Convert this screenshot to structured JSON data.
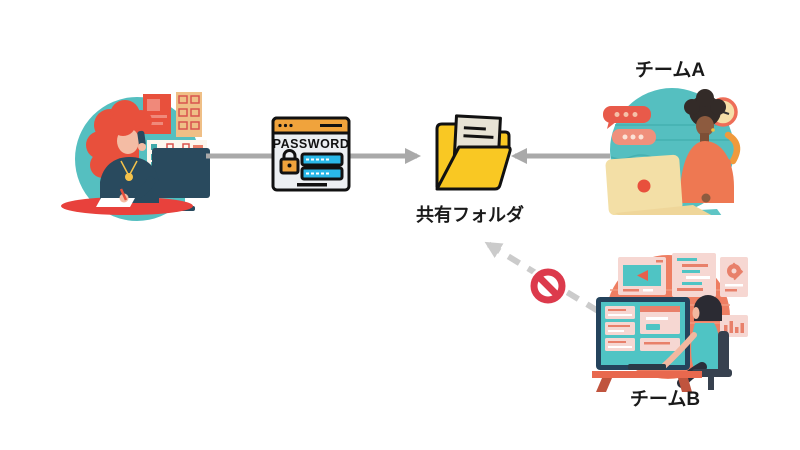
{
  "page": {
    "background": "#FFFFFF",
    "type": "concept-diagram"
  },
  "labels": {
    "password_window": "PASSWORD",
    "shared_folder": "共有フォルダ",
    "team_a": "チームA",
    "team_b": "チームB"
  },
  "illustrations": {
    "left_worker": "woman-on-phone-at-desk",
    "team_a": "person-typing-on-laptop",
    "team_b": "person-working-at-large-monitor"
  },
  "icons": {
    "password_window": "password-browser-window-icon",
    "shared_folder": "open-folder-with-document-icon",
    "prohibition": "no-entry-prohibition-icon"
  },
  "arrows": [
    {
      "name": "left-worker-to-folder",
      "style": "solid",
      "direction": "right",
      "color": "#A9A9A9"
    },
    {
      "name": "team-a-to-folder",
      "style": "solid",
      "direction": "left",
      "color": "#A9A9A9"
    },
    {
      "name": "team-b-to-folder",
      "style": "dashed-blocked",
      "direction": "up-left",
      "color": "#CBCBCB"
    }
  ],
  "colors": {
    "teal_circle": "#55BFC0",
    "coral_circle": "#EE7E62",
    "folder_yellow": "#F9C823",
    "document_beige": "#E7E3D5",
    "password_titlebar_orange": "#F0A33C",
    "password_field_blue": "#2AB8E8",
    "prohibition_red": "#DC3A4C",
    "arrow_gray": "#A9A9A9",
    "dashed_arrow_gray": "#CBCBCB",
    "accent_red": "#E8503C",
    "navy": "#294A5E",
    "orange_shirt": "#EE7852",
    "text_dark": "#1A1A1A"
  }
}
